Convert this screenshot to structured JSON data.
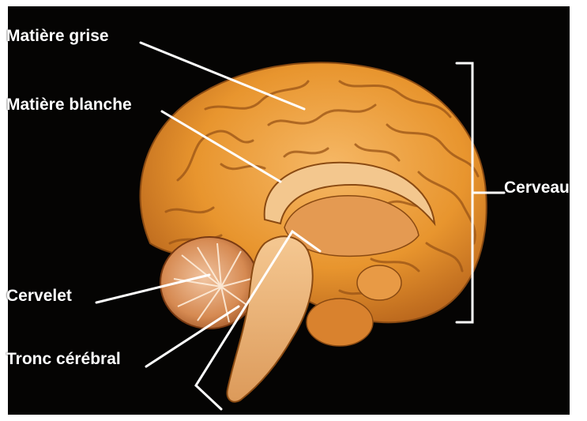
{
  "labels": {
    "grey_matter": "Matière grise",
    "white_matter": "Matière blanche",
    "cerebellum": "Cervelet",
    "brainstem": "Tronc cérébral",
    "cerebrum": "Cerveau"
  },
  "colors": {
    "background": "#050403",
    "brain": "#e8952e",
    "brain_highlight": "#f4b25a",
    "label_text": "#ffffff"
  }
}
